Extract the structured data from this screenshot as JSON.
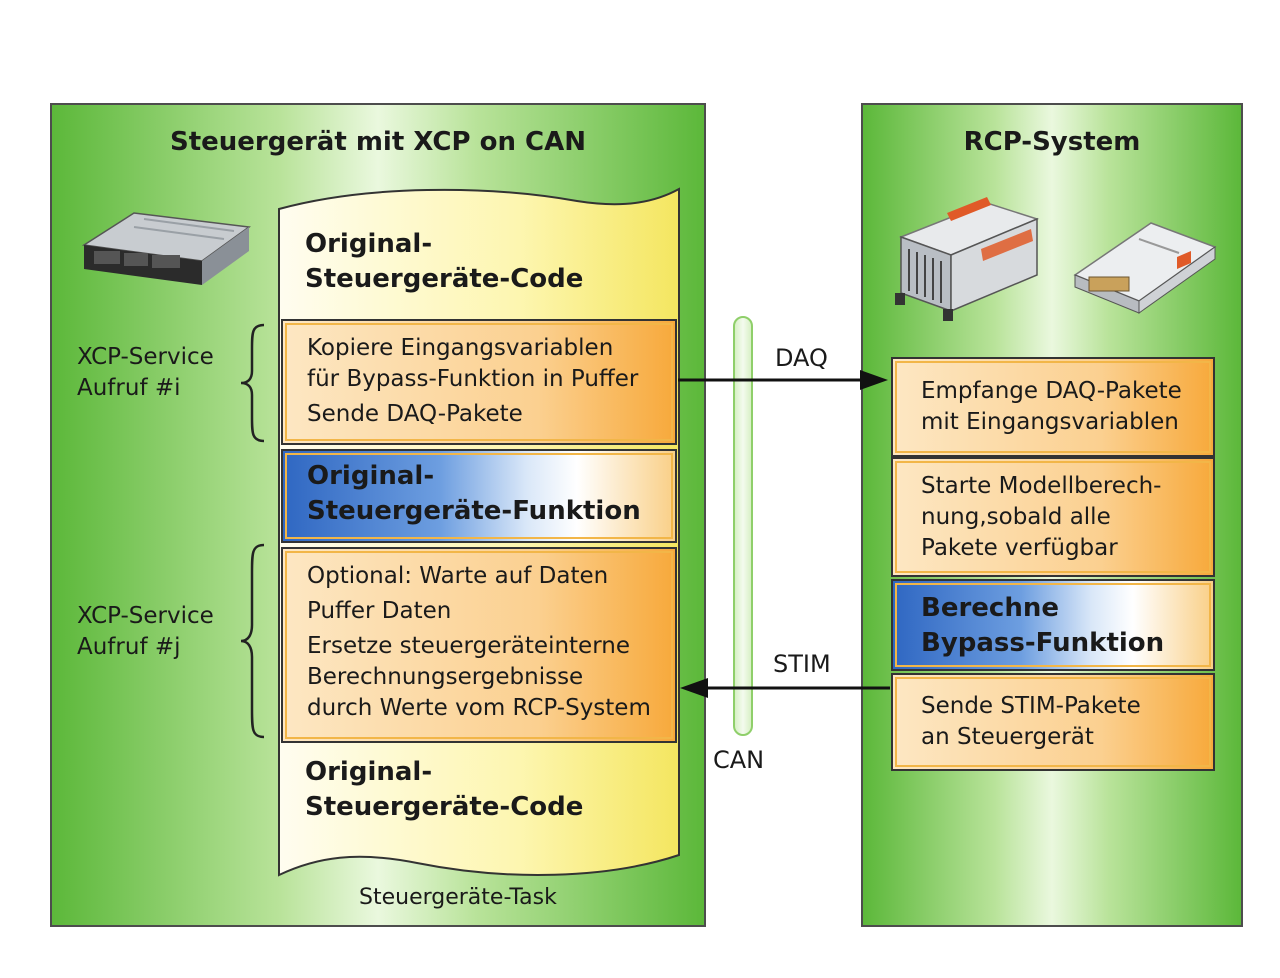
{
  "left_panel": {
    "title": "Steuergerät mit XCP on CAN",
    "task_label": "Steuergeräte-Task",
    "code_top": [
      "Original-",
      "Steuergeräte-Code"
    ],
    "code_bottom": [
      "Original-",
      "Steuergeräte-Code"
    ],
    "copy_box": [
      "Kopiere Eingangsvariablen",
      "für Bypass-Funktion in Puffer",
      "Sende DAQ-Pakete"
    ],
    "function_box": [
      "Original-",
      "Steuergeräte-Funktion"
    ],
    "optional_box": [
      "Optional: Warte auf Daten",
      "Puffer Daten",
      "Ersetze steuergeräteinterne",
      "Berechnungsergebnisse",
      "durch Werte vom RCP-System"
    ],
    "service_i": [
      "XCP-Service",
      "Aufruf #i"
    ],
    "service_j": [
      "XCP-Service",
      "Aufruf #j"
    ]
  },
  "right_panel": {
    "title": "RCP-System",
    "receive_box": [
      "Empfange DAQ-Pakete",
      "mit Eingangsvariablen"
    ],
    "start_box": [
      "Starte Modellberech-",
      "nung,sobald alle",
      "Pakete verfügbar"
    ],
    "bypass_box": [
      "Berechne",
      "Bypass-Funktion"
    ],
    "send_box": [
      "Sende STIM-Pakete",
      "an Steuergerät"
    ]
  },
  "bus": {
    "label": "CAN",
    "daq_label": "DAQ",
    "stim_label": "STIM"
  },
  "colors": {
    "panel_green": "#5cb83a",
    "code_yellow": "#f5e85e",
    "box_orange": "#f7a93b",
    "box_blue": "#2f67c2",
    "bus_green": "#b9e39a"
  }
}
